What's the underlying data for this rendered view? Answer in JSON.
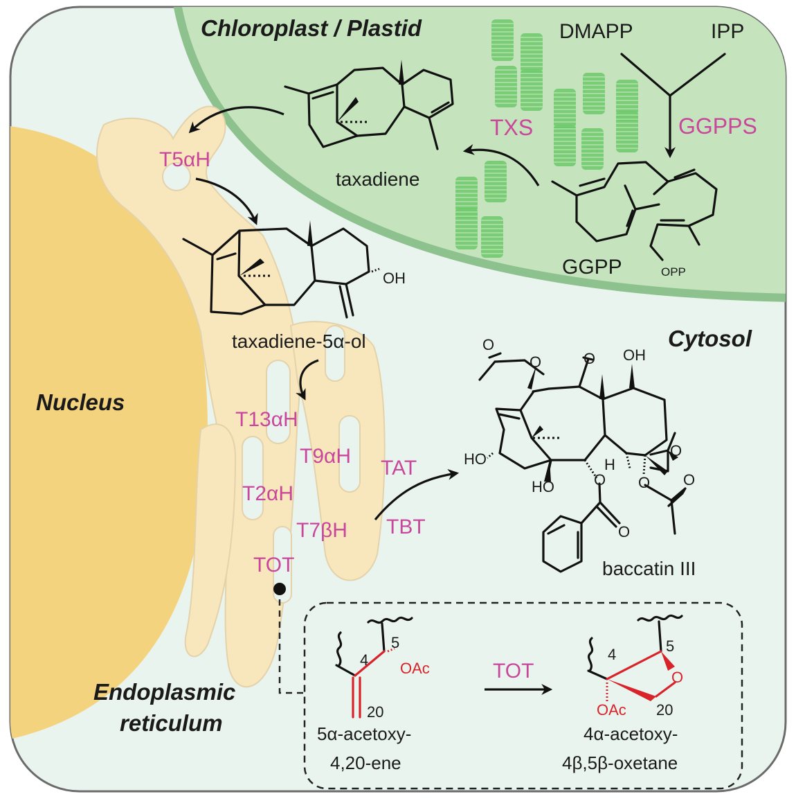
{
  "title": "Taxol (baccatin III) biosynthesis subcellular localization",
  "colors": {
    "cytosol": "#eaf4ee",
    "cell_border": "#6b6b6b",
    "chloroplast": "#c5e3bd",
    "chloroplast_membrane": "#8dc18d",
    "thylakoid": "#6cc96a",
    "nucleus": "#f4d37f",
    "er": "#f8e6bd",
    "enzyme_text": "#c8479b",
    "highlight_red": "#d8232a"
  },
  "compartments": {
    "chloroplast": "Chloroplast / Plastid",
    "cytosol": "Cytosol",
    "nucleus": "Nucleus",
    "er_line1": "Endoplasmic",
    "er_line2": "reticulum"
  },
  "plastid": {
    "precursor_1": "DMAPP",
    "precursor_2": "IPP",
    "enzyme_ggpps": "GGPPS",
    "enzyme_txs": "TXS",
    "ggpp": "GGPP",
    "ggpp_group": "OPP",
    "taxadiene": "taxadiene"
  },
  "er_pathway": {
    "enzyme_t5ah": "T5αH",
    "intermediate": "taxadiene-5α-ol",
    "intermediate_group": "OH",
    "enzymes": [
      "T13αH",
      "T9αH",
      "T2αH",
      "T7βH",
      "TOT"
    ]
  },
  "cytosol_pathway": {
    "enzyme_tat": "TAT",
    "enzyme_tbt": "TBT",
    "product": "baccatin III",
    "atoms": {
      "o": "O",
      "oh": "OH",
      "ho": "HO",
      "h": "H"
    }
  },
  "inset": {
    "enzyme": "TOT",
    "substrate_line1": "5α-acetoxy-",
    "substrate_line2": "4,20-ene",
    "product_line1": "4α-acetoxy-",
    "product_line2": "4β,5β-oxetane",
    "c4": "4",
    "c5": "5",
    "c20": "20",
    "oac": "OAc",
    "o": "O"
  }
}
